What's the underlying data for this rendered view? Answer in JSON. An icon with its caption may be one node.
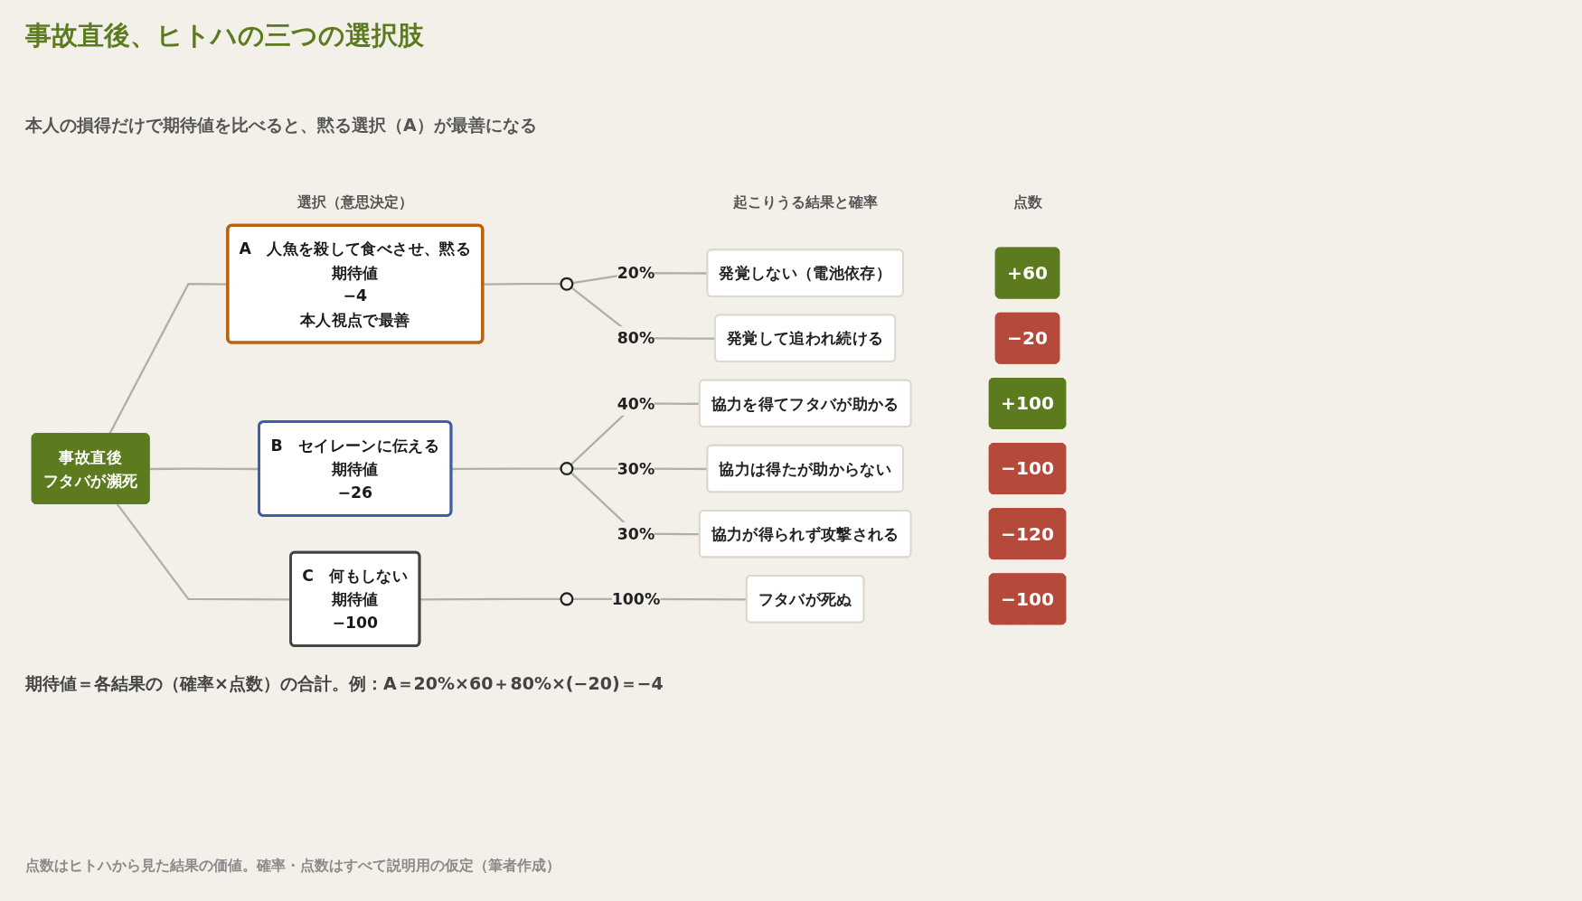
{
  "diagram": {
    "title": "事故直後、ヒトハの三つの選択肢",
    "nodes": [
      {
        "text": [
          "事故直後",
          "フタバが瀕死"
        ]
      },
      {
        "text": [
          "A　人魚を殺して食べさせ、黙る",
          "期待値",
          "−4",
          "本人視点で最善"
        ]
      },
      {
        "text": [
          "B　セイレーンに伝える",
          "期待値",
          "−26"
        ]
      },
      {
        "text": [
          "C　何もしない",
          "期待値",
          "−100"
        ]
      },
      {
        "text": [],
        "shape": "circle"
      },
      {
        "text": [],
        "shape": "circle"
      },
      {
        "text": [],
        "shape": "circle"
      },
      {
        "text": [
          "発覚しない（電池依存）"
        ]
      },
      {
        "text": [
          "+60"
        ]
      },
      {
        "text": [
          "発覚して追われ続ける"
        ]
      },
      {
        "text": [
          "−20"
        ]
      },
      {
        "text": [
          "協力を得てフタバが助かる"
        ]
      },
      {
        "text": [
          "+100"
        ]
      },
      {
        "text": [
          "協力は得たが助からない"
        ]
      },
      {
        "text": [
          "−100"
        ]
      },
      {
        "text": [
          "協力が得られず攻撃される"
        ]
      },
      {
        "text": [
          "−120"
        ]
      },
      {
        "text": [
          "フタバが死ぬ"
        ]
      },
      {
        "text": [
          "−100"
        ]
      }
    ],
    "edges": [
      {
        "from": 0,
        "to": 1,
        "arrow": "none"
      },
      {
        "from": 0,
        "to": 2,
        "arrow": "none"
      },
      {
        "from": 0,
        "to": 3,
        "arrow": "none"
      },
      {
        "from": 1,
        "to": 4,
        "arrow": "none"
      },
      {
        "from": 2,
        "to": 5,
        "arrow": "none"
      },
      {
        "from": 3,
        "to": 6,
        "arrow": "none"
      },
      {
        "from": 4,
        "to": 7,
        "arrow": "none",
        "label": "20%"
      },
      {
        "from": 4,
        "to": 9,
        "arrow": "none",
        "label": "80%"
      },
      {
        "from": 5,
        "to": 11,
        "arrow": "none",
        "label": "40%"
      },
      {
        "from": 5,
        "to": 13,
        "arrow": "none",
        "label": "30%"
      },
      {
        "from": 5,
        "to": 15,
        "arrow": "none",
        "label": "30%"
      },
      {
        "from": 6,
        "to": 17,
        "arrow": "none",
        "label": "100%"
      }
    ],
    "labels": [
      "本人の損得だけで期待値を比べると、黙る選択（A）が最善になる",
      "選択（意思決定）",
      "起こりうる結果と確率",
      "点数",
      "期待値＝各結果の（確率×点数）の合計。例：A＝20%×60＋80%×(−20)＝−4"
    ],
    "caption": "点数はヒトハから見た結果の価値。確率・点数はすべて説明用の仮定（筆者作成）"
  }
}
